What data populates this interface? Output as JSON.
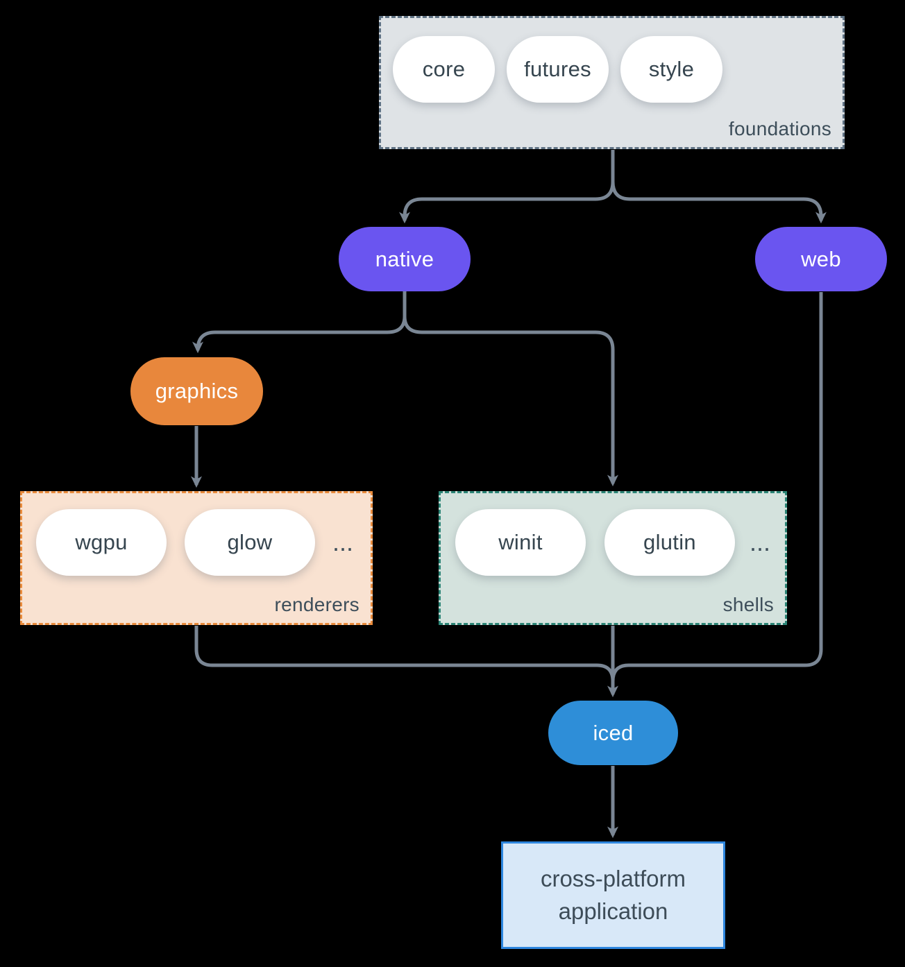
{
  "colors": {
    "background": "#000000",
    "connector": "#7a8694",
    "node_text_dark": "#36454f",
    "node_text_light": "#ffffff",
    "purple": "#6a55f0",
    "orange": "#e8873c",
    "blue": "#2e8ed8",
    "foundations_bg": "#dfe3e6",
    "foundations_border": "#5f7284",
    "renderers_bg": "#f9e2d1",
    "renderers_border": "#e98b3c",
    "shells_bg": "#d4e2dd",
    "shells_border": "#2c8576",
    "app_bg": "#d8e8f8",
    "app_border": "#2e86de"
  },
  "groups": {
    "foundations": {
      "label": "foundations",
      "pills": [
        "core",
        "futures",
        "style"
      ]
    },
    "renderers": {
      "label": "renderers",
      "pills": [
        "wgpu",
        "glow"
      ],
      "ellipsis": "..."
    },
    "shells": {
      "label": "shells",
      "pills": [
        "winit",
        "glutin"
      ],
      "ellipsis": "..."
    }
  },
  "nodes": {
    "native": "native",
    "web": "web",
    "graphics": "graphics",
    "iced": "iced",
    "app": "cross-platform application"
  }
}
